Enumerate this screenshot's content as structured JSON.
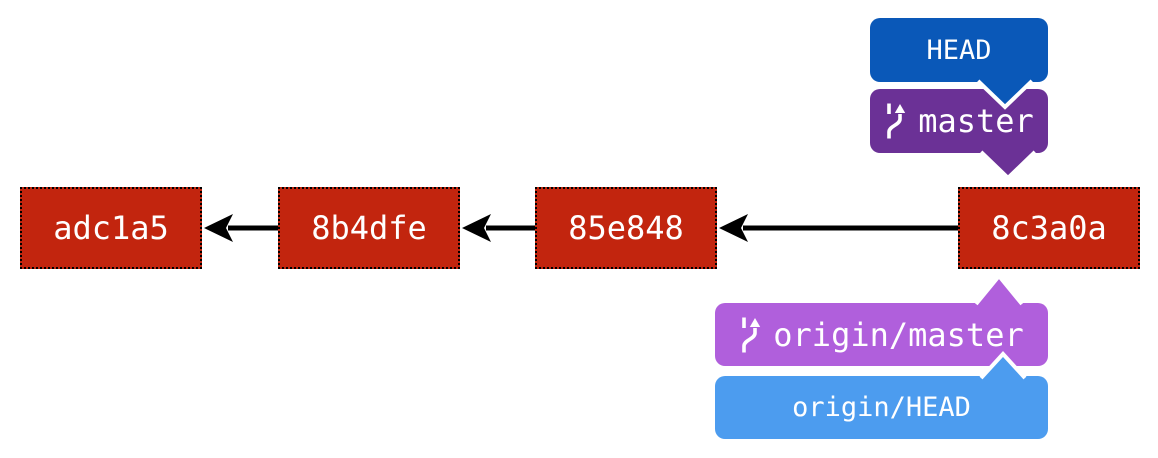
{
  "colors": {
    "commit_bg": "#c2250e",
    "commit_border": "#000000",
    "commit_text": "#ffffff",
    "arrow": "#000000",
    "head_bg": "#0a58b8",
    "master_bg": "#6b3196",
    "origin_master_bg": "#b05fdc",
    "origin_head_bg": "#4c9cef",
    "label_text": "#ffffff"
  },
  "commits": [
    {
      "id": "adc1a5"
    },
    {
      "id": "8b4dfe"
    },
    {
      "id": "85e848"
    },
    {
      "id": "8c3a0a"
    }
  ],
  "labels": {
    "head": "HEAD",
    "master": "master",
    "origin_master": "origin/master",
    "origin_head": "origin/HEAD"
  }
}
